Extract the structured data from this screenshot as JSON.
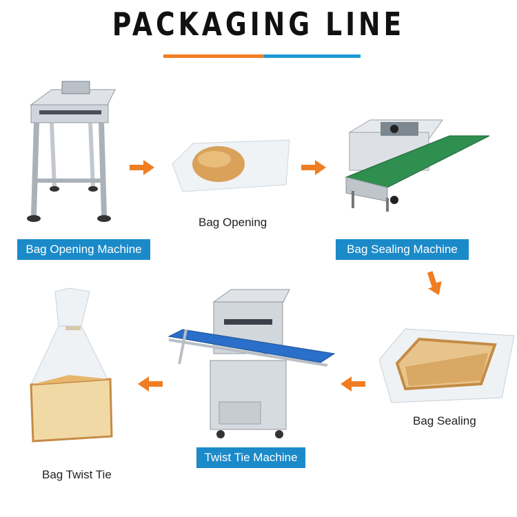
{
  "title": "PACKAGING LINE",
  "colors": {
    "accent_orange": "#F07D22",
    "accent_blue": "#1E9AD6",
    "label_blue": "#1B8AC9"
  },
  "steps": [
    {
      "label": "Bag Opening Machine",
      "type": "machine-label"
    },
    {
      "label": "Bag Opening",
      "type": "result-caption"
    },
    {
      "label": "Bag Sealing Machine",
      "type": "machine-label"
    },
    {
      "label": "Bag Sealing",
      "type": "result-caption"
    },
    {
      "label": "Twist Tie Machine",
      "type": "machine-label"
    },
    {
      "label": "Bag Twist Tie",
      "type": "result-caption"
    }
  ],
  "icons": [
    "arrow-right-icon",
    "arrow-down-right-icon",
    "arrow-left-icon"
  ]
}
